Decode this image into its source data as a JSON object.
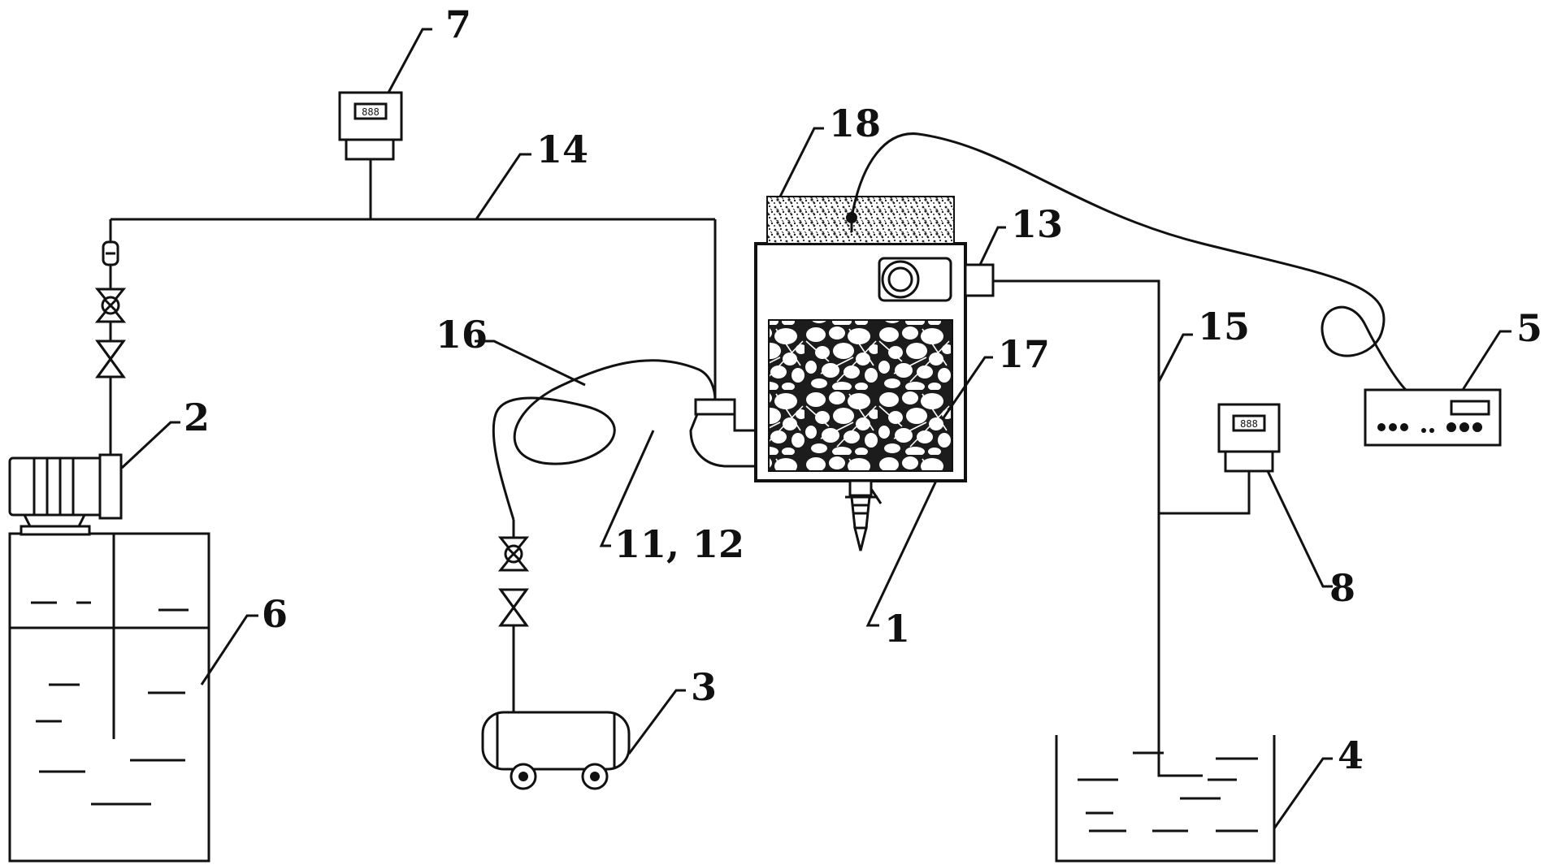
{
  "labels": {
    "l1": "1",
    "l2": "2",
    "l3": "3",
    "l4": "4",
    "l5": "5",
    "l6": "6",
    "l7": "7",
    "l8": "8",
    "l11_12": "11, 12",
    "l13": "13",
    "l14": "14",
    "l15": "15",
    "l16": "16",
    "l17": "17",
    "l18": "18"
  },
  "displays": {
    "meter7": "888",
    "meter8": "888"
  }
}
